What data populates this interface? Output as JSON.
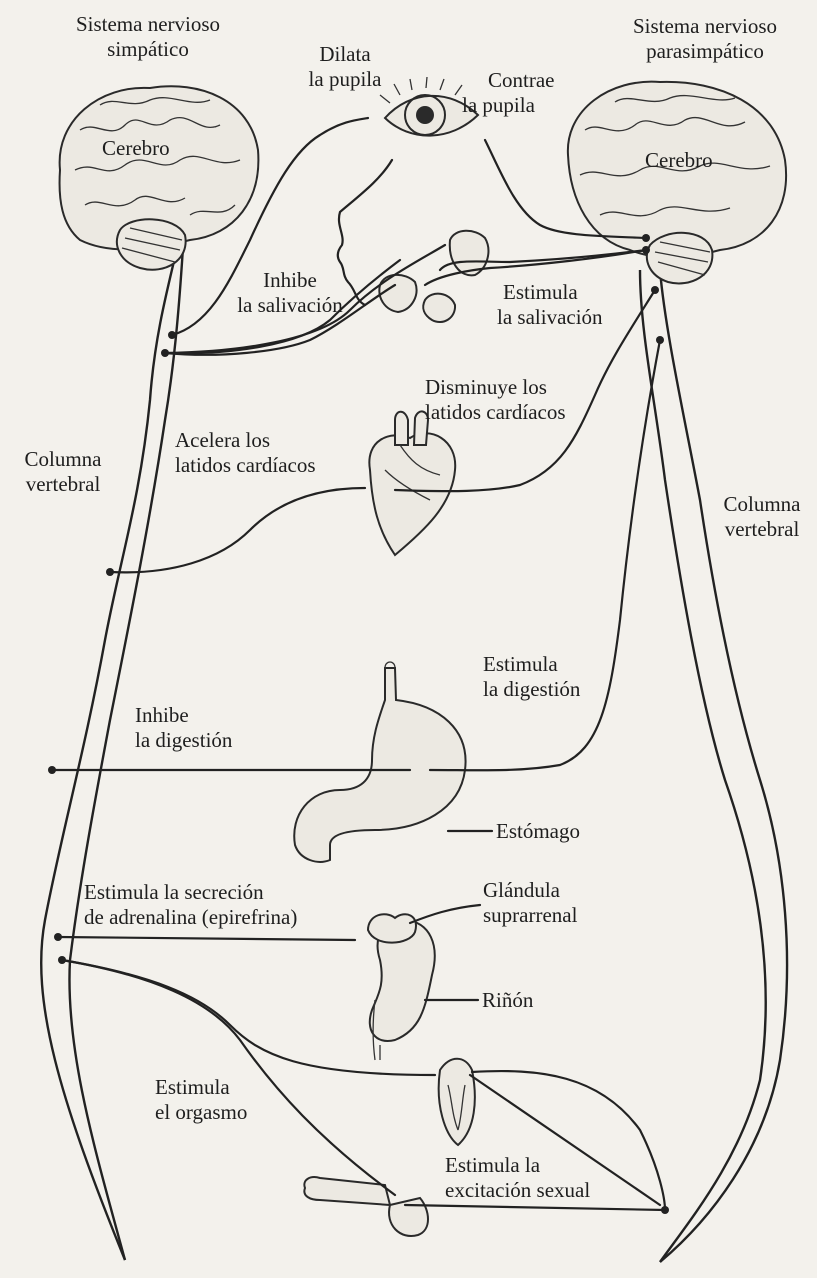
{
  "labels": {
    "sym_system": [
      "Sistema nervioso",
      "simpático"
    ],
    "para_system": [
      "Sistema nervioso",
      "parasimpático"
    ],
    "brain_left": "Cerebro",
    "brain_right": "Cerebro",
    "dilate": [
      "Dilata",
      "la pupila"
    ],
    "contract": [
      "Contrae",
      "la pupila"
    ],
    "inhibit_saliva": [
      "Inhibe",
      "la salivación"
    ],
    "stim_saliva": [
      "Estimula",
      "la salivación"
    ],
    "slow_heart": [
      "Disminuye los",
      "latidos cardíacos"
    ],
    "speed_heart": [
      "Acelera los",
      "latidos cardíacos"
    ],
    "spine_left": [
      "Columna",
      "vertebral"
    ],
    "spine_right": [
      "Columna",
      "vertebral"
    ],
    "stim_digest": [
      "Estimula",
      "la digestión"
    ],
    "inhibit_digest": [
      "Inhibe",
      "la digestión"
    ],
    "stomach": "Estómago",
    "adrenaline": [
      "Estimula la secreción",
      "de adrenalina (epirefrina)"
    ],
    "adrenal_gland": [
      "Glándula",
      "suprarrenal"
    ],
    "kidney": "Riñón",
    "orgasm": [
      "Estimula",
      "el orgasmo"
    ],
    "arousal": [
      "Estimula la",
      "excitación sexual"
    ]
  },
  "icons": {
    "brain": "brain-icon",
    "eye": "eye-icon",
    "face": "face-profile-icon",
    "salivary": "salivary-gland-icon",
    "heart": "heart-icon",
    "stomach": "stomach-icon",
    "adrenal": "adrenal-gland-icon",
    "kidney": "kidney-icon",
    "uterus": "female-genitalia-icon",
    "penis": "male-genitalia-icon"
  },
  "colors": {
    "ink": "#1e1e1e",
    "paper": "#f3f1ec"
  }
}
